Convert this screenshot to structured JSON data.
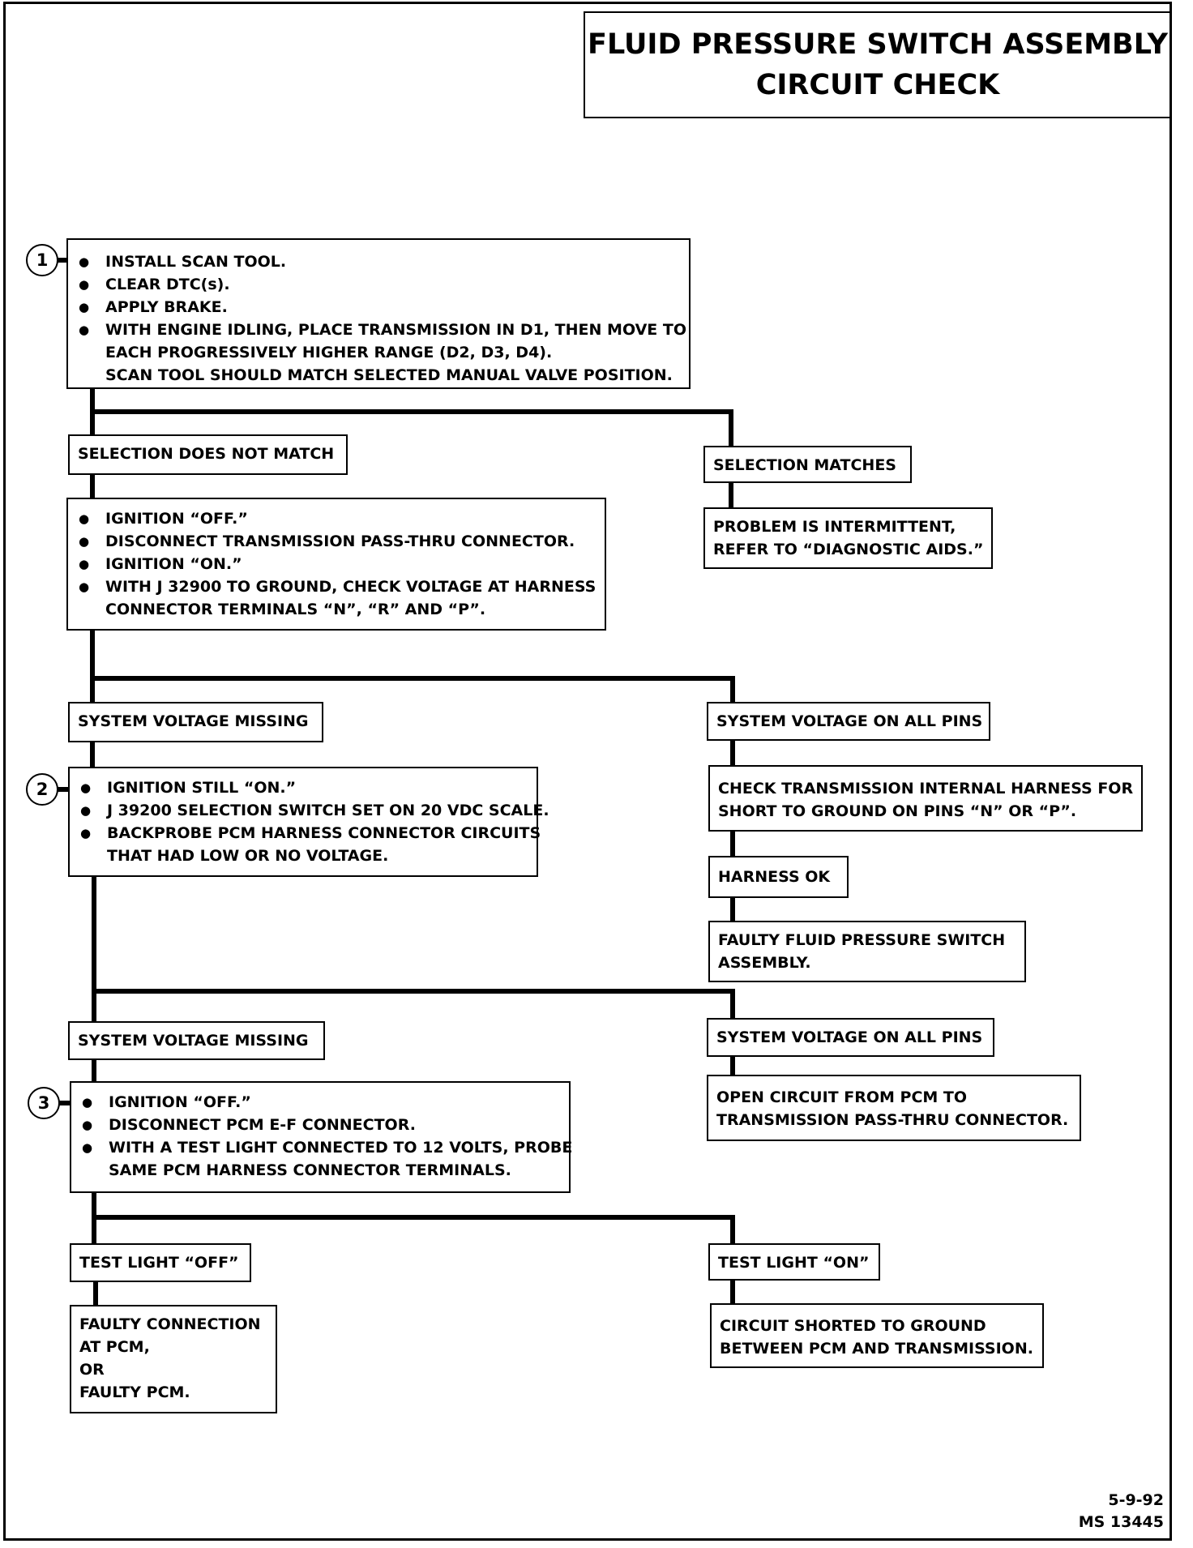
{
  "title": {
    "line1": "FLUID PRESSURE SWITCH ASSEMBLY",
    "line2": "CIRCUIT CHECK"
  },
  "steps": [
    {
      "number": "1",
      "lines": [
        {
          "bullet": true,
          "text": "INSTALL SCAN TOOL."
        },
        {
          "bullet": true,
          "text": "CLEAR DTC(s)."
        },
        {
          "bullet": true,
          "text": "APPLY BRAKE."
        },
        {
          "bullet": true,
          "text": "WITH ENGINE IDLING, PLACE TRANSMISSION IN D1, THEN MOVE TO"
        },
        {
          "bullet": false,
          "text": "EACH PROGRESSIVELY HIGHER RANGE (D2, D3, D4)."
        },
        {
          "bullet": false,
          "text": "SCAN TOOL SHOULD MATCH SELECTED MANUAL VALVE POSITION."
        }
      ]
    },
    {
      "number": "2",
      "lines": [
        {
          "bullet": true,
          "text": "IGNITION STILL “ON.”"
        },
        {
          "bullet": true,
          "text": "J 39200 SELECTION SWITCH SET ON 20 VDC SCALE."
        },
        {
          "bullet": true,
          "text": "BACKPROBE PCM HARNESS CONNECTOR CIRCUITS"
        },
        {
          "bullet": false,
          "text": "THAT HAD LOW OR NO VOLTAGE."
        }
      ]
    },
    {
      "number": "3",
      "lines": [
        {
          "bullet": true,
          "text": "IGNITION “OFF.”"
        },
        {
          "bullet": true,
          "text": "DISCONNECT PCM E-F CONNECTOR."
        },
        {
          "bullet": true,
          "text": "WITH A TEST LIGHT CONNECTED TO 12 VOLTS, PROBE"
        },
        {
          "bullet": false,
          "text": "SAME PCM HARNESS CONNECTOR TERMINALS."
        }
      ]
    }
  ],
  "ignition_block": {
    "lines": [
      {
        "bullet": true,
        "text": "IGNITION “OFF.”"
      },
      {
        "bullet": true,
        "text": "DISCONNECT TRANSMISSION PASS-THRU CONNECTOR."
      },
      {
        "bullet": true,
        "text": "IGNITION “ON.”"
      },
      {
        "bullet": true,
        "text": "WITH J 32900 TO GROUND, CHECK VOLTAGE AT HARNESS"
      },
      {
        "bullet": false,
        "text": "CONNECTOR TERMINALS “N”, “R” AND “P”."
      }
    ]
  },
  "labels": {
    "selection_does_not_match": "SELECTION DOES NOT MATCH",
    "selection_matches": "SELECTION MATCHES",
    "system_voltage_missing_1": "SYSTEM VOLTAGE MISSING",
    "system_voltage_on_all_pins_1": "SYSTEM VOLTAGE ON ALL PINS",
    "harness_ok": "HARNESS OK",
    "system_voltage_missing_2": "SYSTEM VOLTAGE MISSING",
    "system_voltage_on_all_pins_2": "SYSTEM VOLTAGE ON ALL PINS",
    "test_light_off": "TEST LIGHT “OFF”",
    "test_light_on": "TEST LIGHT “ON”"
  },
  "results": {
    "intermittent": [
      "PROBLEM IS INTERMITTENT,",
      "REFER TO “DIAGNOSTIC AIDS.”"
    ],
    "check_harness": [
      "CHECK TRANSMISSION INTERNAL HARNESS FOR",
      "SHORT TO GROUND ON PINS “N” OR “P”."
    ],
    "faulty_switch": [
      "FAULTY FLUID PRESSURE SWITCH",
      "ASSEMBLY."
    ],
    "open_circuit": [
      "OPEN CIRCUIT FROM PCM TO",
      "TRANSMISSION PASS-THRU CONNECTOR."
    ],
    "faulty_connection": [
      "FAULTY CONNECTION",
      "AT PCM,",
      "OR",
      "FAULTY PCM."
    ],
    "circuit_shorted": [
      "CIRCUIT SHORTED TO GROUND",
      "BETWEEN PCM AND TRANSMISSION."
    ]
  },
  "footer": {
    "date": "5-9-92",
    "code": "MS 13445"
  }
}
